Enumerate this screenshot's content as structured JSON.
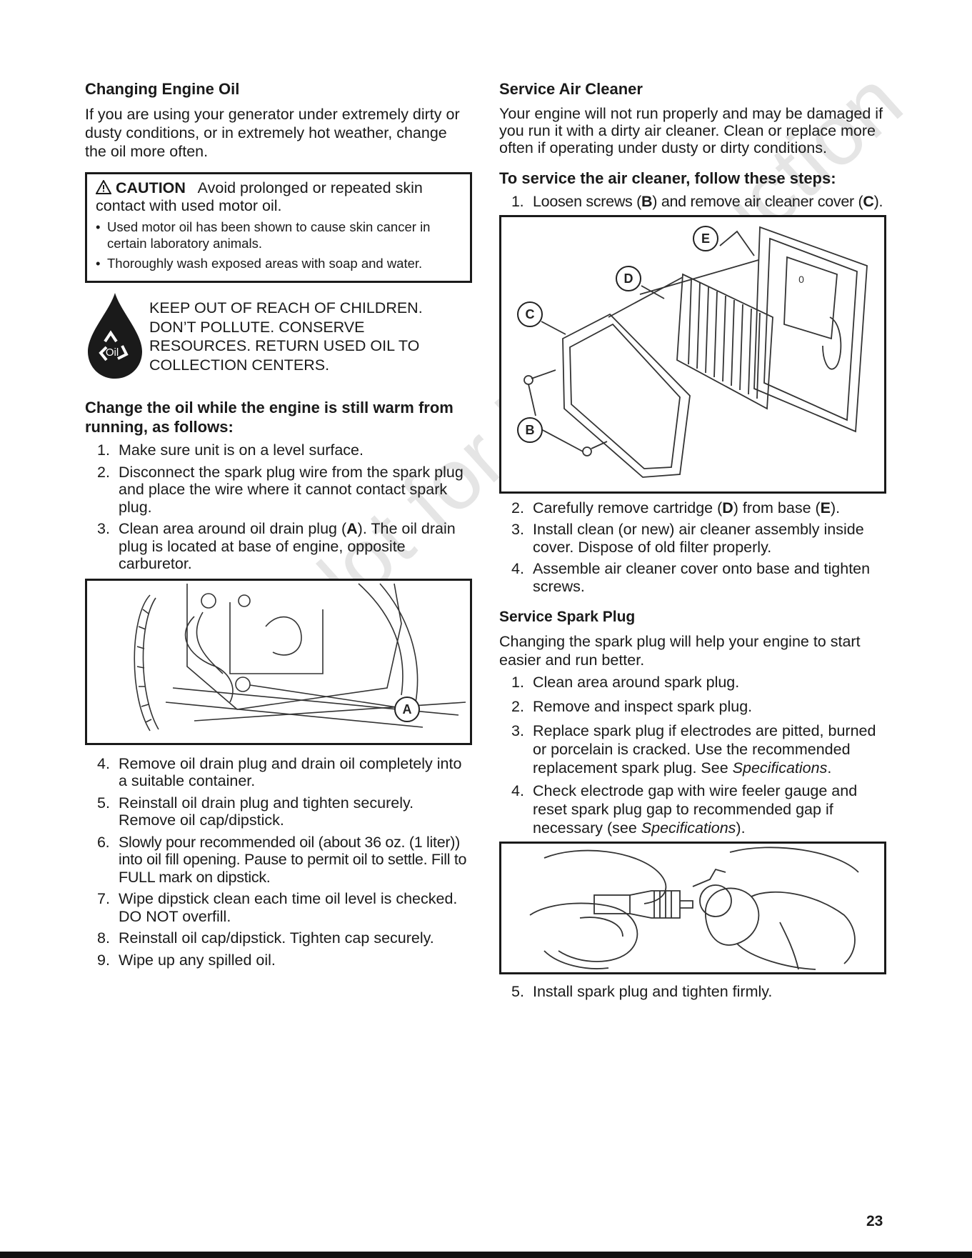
{
  "left": {
    "oil_title": "Changing Engine Oil",
    "oil_intro": "If you are using your generator under extremely dirty or dusty conditions, or in extremely hot weather, change the oil more often.",
    "caution": {
      "word": "CAUTION",
      "text": "Avoid prolonged or repeated skin contact with used motor oil.",
      "bullets": [
        "Used motor oil has been shown to cause skin cancer in certain laboratory animals.",
        "Thoroughly wash exposed areas with soap and water."
      ]
    },
    "oil_drop_label": "Oil",
    "recycle_lines": [
      "KEEP OUT OF REACH OF CHILDREN.",
      "DON’T POLLUTE. CONSERVE",
      "RESOURCES. RETURN USED OIL TO",
      "COLLECTION CENTERS."
    ],
    "change_heading": "Change the oil while the engine is still warm from running, as follows:",
    "steps_a": [
      {
        "n": "1.",
        "text": "Make sure unit is on a level surface."
      },
      {
        "n": "2.",
        "text": "Disconnect the spark plug wire from the spark plug and place the wire where it cannot contact spark plug."
      }
    ],
    "step3": {
      "n": "3.",
      "pre": "Clean area around oil drain plug (",
      "bold": "A",
      "post": "). The oil drain plug is located at base of engine, opposite carburetor."
    },
    "figure_label": "A",
    "steps_b": [
      {
        "n": "4.",
        "text": "Remove oil drain plug and drain oil completely into a suitable container."
      },
      {
        "n": "5.",
        "text": "Reinstall oil drain plug and tighten securely. Remove oil cap/dipstick."
      },
      {
        "n": "6.",
        "text": "Slowly pour recommended oil (about 36 oz. (1 liter)) into oil fill opening. Pause to permit oil to settle. Fill to FULL mark on dipstick."
      },
      {
        "n": "7.",
        "text": "Wipe dipstick clean each time oil level is checked. DO NOT overfill."
      },
      {
        "n": "8.",
        "text": "Reinstall oil cap/dipstick. Tighten cap securely."
      },
      {
        "n": "9.",
        "text": "Wipe up any spilled oil."
      }
    ]
  },
  "right": {
    "air_title": "Service Air Cleaner",
    "air_intro": "Your engine will not run properly and may be damaged if you run it with a dirty air cleaner. Clean or replace more often if operating under dusty or dirty conditions.",
    "air_heading": "To service the air cleaner, follow these steps:",
    "air_step1": {
      "n": "1.",
      "a": "Loosen screws (",
      "b1": "B",
      "c": ") and remove air cleaner cover (",
      "b2": "C",
      "d": ")."
    },
    "air_fig_labels": {
      "b": "B",
      "c": "C",
      "d": "D",
      "e": "E",
      "o": "0"
    },
    "air_step2": {
      "n": "2.",
      "a": "Carefully remove cartridge (",
      "b1": "D",
      "c": ") from base (",
      "b2": "E",
      "d": ")."
    },
    "air_steps": [
      {
        "n": "3.",
        "text": "Install clean (or new) air cleaner assembly inside cover. Dispose of old filter properly."
      },
      {
        "n": "4.",
        "text": "Assemble air cleaner cover onto base and tighten screws."
      }
    ],
    "spark_title": "Service Spark Plug",
    "spark_intro": "Changing the spark plug will help your engine to start easier and run better.",
    "spark_steps": [
      {
        "n": "1.",
        "text": "Clean area around spark plug."
      },
      {
        "n": "2.",
        "text": "Remove and inspect spark plug."
      }
    ],
    "spark_step3": {
      "n": "3.",
      "text": "Replace spark plug if electrodes are pitted, burned or porcelain is cracked. Use the recommended replacement spark plug. See ",
      "ital": "Specifications",
      "post": "."
    },
    "spark_step4": {
      "n": "4.",
      "text": "Check electrode gap with wire feeler gauge and reset spark plug gap to recommended gap if necessary (see ",
      "ital": "Specifications",
      "post": ")."
    },
    "spark_step5": {
      "n": "5.",
      "text": "Install spark plug and tighten firmly."
    }
  },
  "watermark": "Not for Reproduction",
  "page_number": "23"
}
